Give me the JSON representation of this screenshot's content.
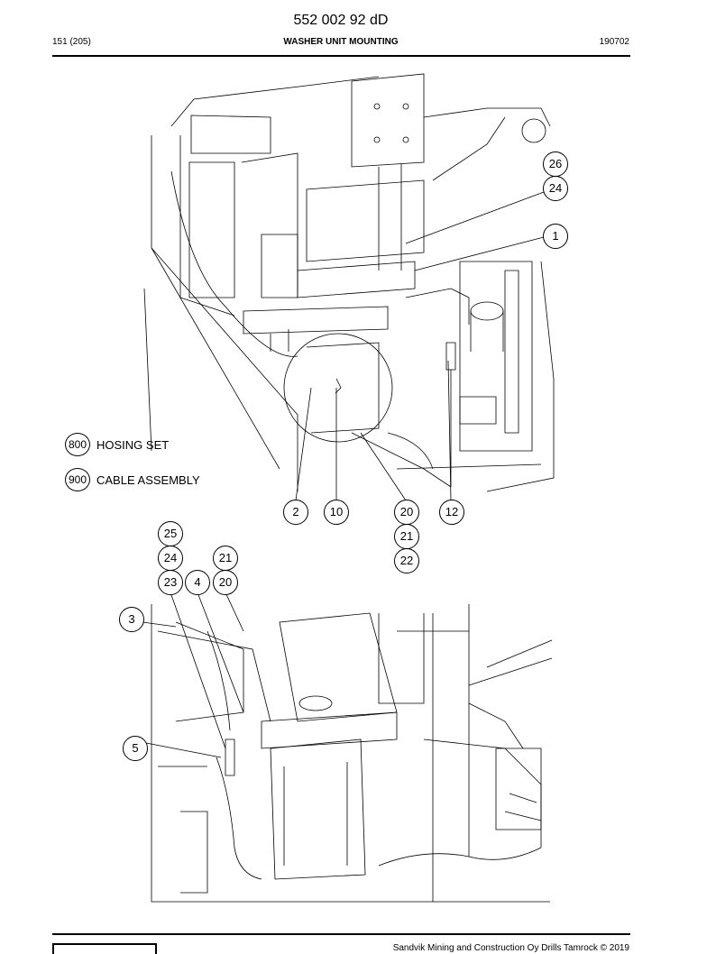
{
  "header": {
    "doc_number": "552 002 92 dD",
    "page_ref": "151 (205)",
    "title": "WASHER UNIT MOUNTING",
    "date": "190702"
  },
  "legend": [
    {
      "code": "800",
      "label": "HOSING SET"
    },
    {
      "code": "900",
      "label": "CABLE ASSEMBLY"
    }
  ],
  "callouts": {
    "upper": [
      "26",
      "24",
      "1",
      "2",
      "10",
      "20",
      "21",
      "22",
      "12"
    ],
    "lower": [
      "25",
      "24",
      "23",
      "4",
      "21",
      "20",
      "3",
      "5"
    ]
  },
  "footer": {
    "copyright": "Sandvik Mining and Construction Oy Drills Tamrock © 2019"
  }
}
